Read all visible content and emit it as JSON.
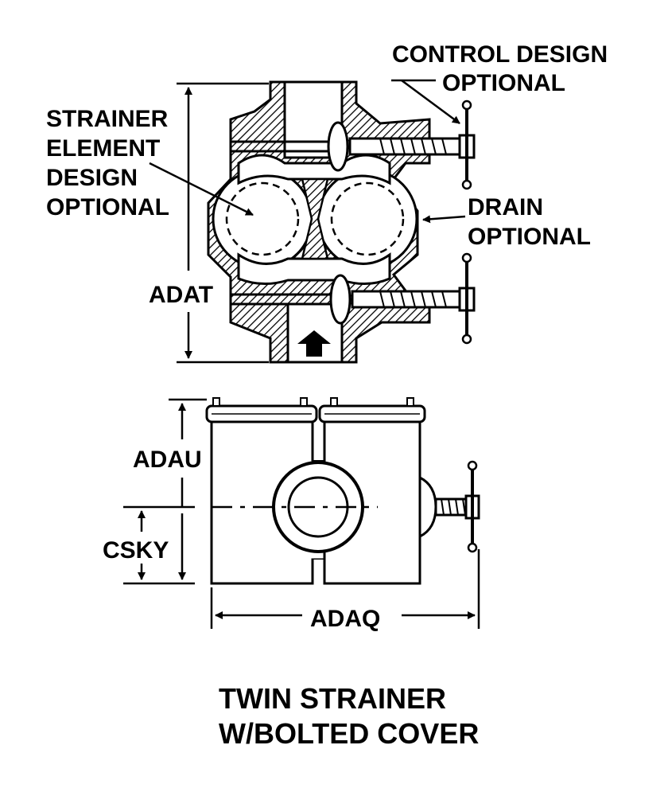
{
  "labels": {
    "control_design_1": "CONTROL DESIGN",
    "control_design_2": "OPTIONAL",
    "strainer_1": "STRAINER",
    "strainer_2": "ELEMENT",
    "strainer_3": "DESIGN",
    "strainer_4": "OPTIONAL",
    "drain_1": "DRAIN",
    "drain_2": "OPTIONAL",
    "dim_adat": "ADAT",
    "dim_adau": "ADAU",
    "dim_csky": "CSKY",
    "dim_adaq": "ADAQ",
    "caption_1": "TWIN STRAINER",
    "caption_2": "W/BOLTED COVER"
  }
}
